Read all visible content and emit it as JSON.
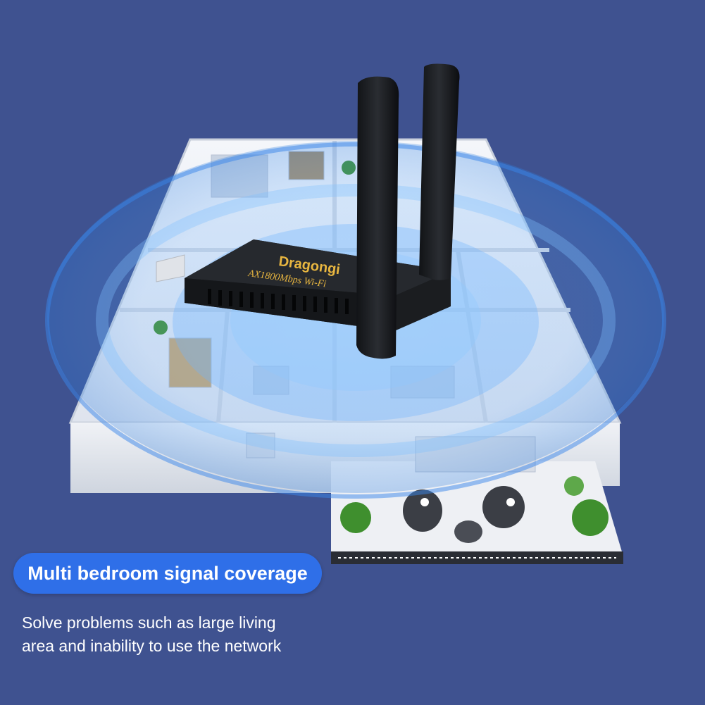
{
  "product": {
    "brand_text": "Dragongi",
    "model_text": "AX1800Mbps Wi-Fi"
  },
  "headline": "Multi bedroom signal coverage",
  "description_lines": [
    "Solve problems such as large living",
    "area and inability to use the network"
  ],
  "colors": {
    "background": "#3f5290",
    "pill": "#2f6fe8",
    "signal": "#5aa8ff",
    "device": "#1b1d20",
    "device_text": "#e8b640"
  }
}
